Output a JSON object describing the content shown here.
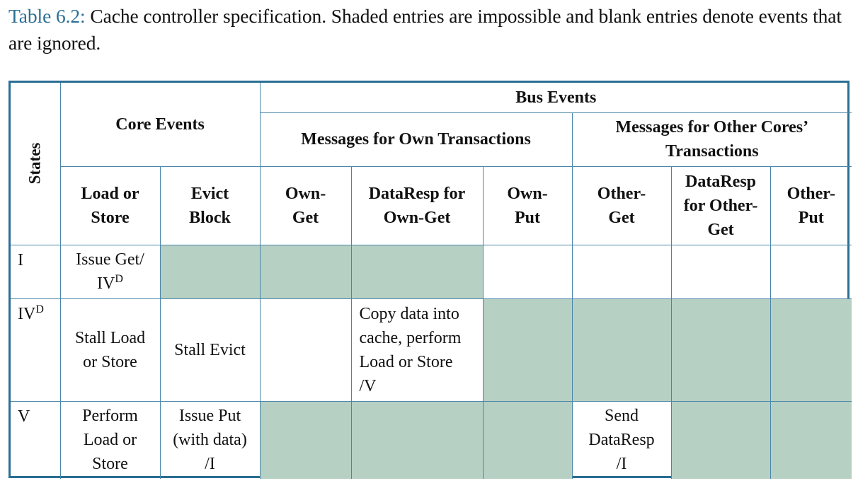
{
  "caption": {
    "label": "Table 6.2:",
    "text": "Cache controller specification. Shaded entries are impossible and blank entries denote events that are ignored."
  },
  "headers": {
    "states": "States",
    "core_events": "Core Events",
    "bus_events": "Bus Events",
    "own_transactions": "Messages for Own Transactions",
    "other_transactions": "Messages for Other Cores’ Transactions",
    "columns": [
      "Load or\nStore",
      "Evict\nBlock",
      "Own-\nGet",
      "DataResp for\nOwn-Get",
      "Own-\nPut",
      "Other-\nGet",
      "DataResp\nfor Other-\nGet",
      "Other-\nPut"
    ]
  },
  "rows": [
    {
      "state": "I",
      "state_sup": "",
      "cells": [
        {
          "text": "Issue Get/\nIV",
          "sup": "D",
          "shaded": false
        },
        {
          "text": "",
          "shaded": true
        },
        {
          "text": "",
          "shaded": true
        },
        {
          "text": "",
          "shaded": true
        },
        {
          "text": "",
          "shaded": false
        },
        {
          "text": "",
          "shaded": false
        },
        {
          "text": "",
          "shaded": false
        },
        {
          "text": "",
          "shaded": false
        }
      ]
    },
    {
      "state": "IV",
      "state_sup": "D",
      "cells": [
        {
          "text": "Stall Load\nor Store",
          "shaded": false
        },
        {
          "text": "Stall Evict",
          "shaded": false
        },
        {
          "text": "",
          "shaded": false
        },
        {
          "text": "Copy data into\ncache, perform\nLoad or Store\n/V",
          "shaded": false,
          "left": true
        },
        {
          "text": "",
          "shaded": true
        },
        {
          "text": "",
          "shaded": true
        },
        {
          "text": "",
          "shaded": true
        },
        {
          "text": "",
          "shaded": true
        }
      ]
    },
    {
      "state": "V",
      "state_sup": "",
      "cells": [
        {
          "text": "Perform\nLoad or\nStore",
          "shaded": false
        },
        {
          "text": "Issue Put\n(with data)\n/I",
          "shaded": false
        },
        {
          "text": "",
          "shaded": true
        },
        {
          "text": "",
          "shaded": true
        },
        {
          "text": "",
          "shaded": true
        },
        {
          "text": "Send\nDataResp\n/I",
          "shaded": false
        },
        {
          "text": "",
          "shaded": true
        },
        {
          "text": "",
          "shaded": true
        }
      ]
    }
  ],
  "colors": {
    "border": "#2a6f94",
    "shade": "#b7d0c4",
    "caption_label": "#2a6f94"
  }
}
